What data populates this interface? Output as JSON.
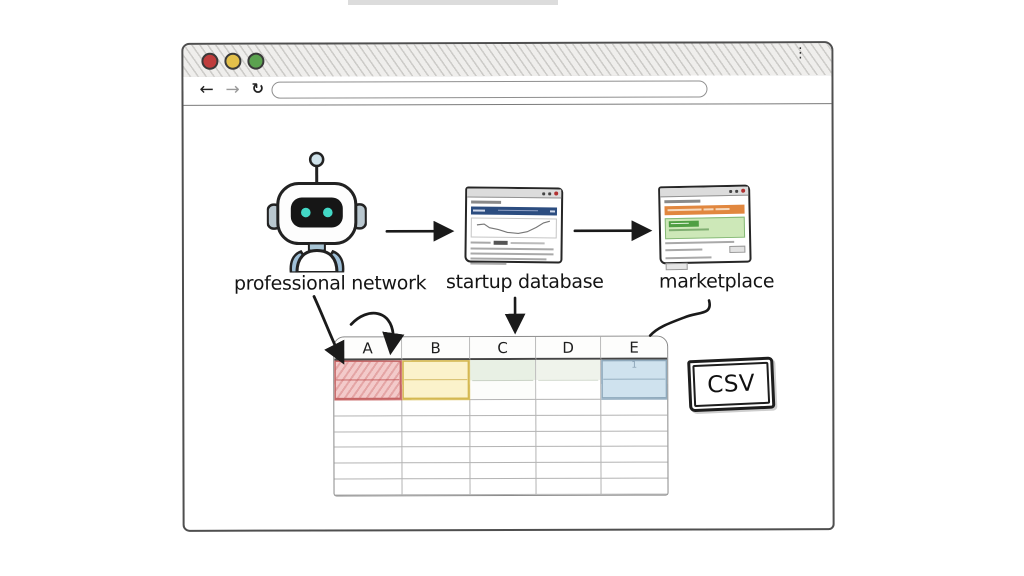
{
  "browser": {
    "traffic_lights": [
      {
        "name": "close",
        "color": "#bf3d3d"
      },
      {
        "name": "minimize",
        "color": "#e3c04b"
      },
      {
        "name": "maximize",
        "color": "#5ba24f"
      }
    ],
    "menu_icon": "⋮",
    "nav": {
      "back_icon": "←",
      "forward_icon": "→",
      "refresh_icon": "↻"
    },
    "url_bar": {
      "value": "",
      "placeholder": ""
    }
  },
  "diagram": {
    "robot": {
      "label": "professional network",
      "eye_color": "#43d8c6"
    },
    "sources": [
      {
        "label": "startup database",
        "accent_color": "#2c4d80",
        "content": "line-chart"
      },
      {
        "label": "marketplace",
        "accent_color": "#e1873f",
        "panel_color": "#cde8b8"
      }
    ],
    "spreadsheet": {
      "columns": [
        "A",
        "B",
        "C",
        "D",
        "E"
      ],
      "row1_colors": {
        "A": "#f3caca",
        "B": "#fbf2cb",
        "C": "#e8f0e4",
        "D": "#eff3eb",
        "E": "#cfe2ee"
      },
      "cell_e1_text": "1",
      "empty_rows": 6
    },
    "export": {
      "label": "CSV"
    }
  }
}
